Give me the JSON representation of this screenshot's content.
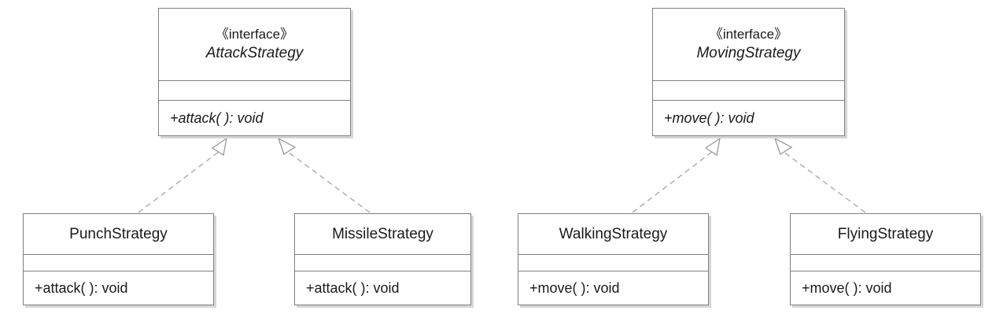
{
  "interfaces": [
    {
      "stereotype": "《interface》",
      "name": "AttackStrategy",
      "operation": "+attack( ): void"
    },
    {
      "stereotype": "《interface》",
      "name": "MovingStrategy",
      "operation": "+move( ): void"
    }
  ],
  "classes": [
    {
      "name": "PunchStrategy",
      "operation": "+attack( ): void"
    },
    {
      "name": "MissileStrategy",
      "operation": "+attack( ): void"
    },
    {
      "name": "WalkingStrategy",
      "operation": "+move( ): void"
    },
    {
      "name": "FlyingStrategy",
      "operation": "+move( ): void"
    }
  ],
  "colors": {
    "border": "#808080",
    "shadow": "#d6d6d6",
    "connector": "#b0b0b0",
    "text": "#1a1a1a"
  }
}
